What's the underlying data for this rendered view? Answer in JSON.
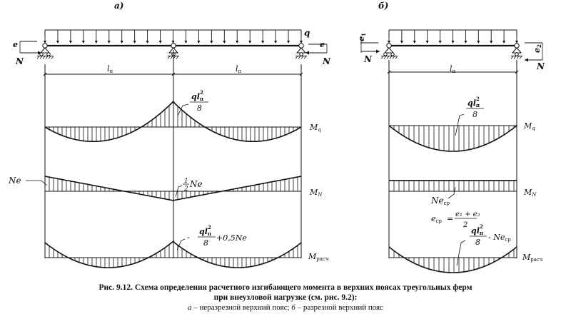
{
  "panel_a": {
    "label": "а)",
    "load": "q",
    "force": "N",
    "ecc": "e",
    "span": "l",
    "span_sub": "п",
    "mq_label": "M",
    "mq_sub": "q",
    "mn_label": "M",
    "mn_sub": "N",
    "mr_label": "M",
    "mr_sub": "расч",
    "peak_num": "ql",
    "peak_sub": "п",
    "peak_sup": "2",
    "peak_den": "8",
    "ne_left": "Ne",
    "half_num": "1",
    "half_den": "2",
    "half_rest": "Ne",
    "combined_prefix": "-",
    "combined_rest": "+0,5Ne"
  },
  "panel_b": {
    "label": "б)",
    "force": "N",
    "ecc1": "e",
    "ecc1_sub": "1",
    "ecc2": "e",
    "ecc2_sub": "2",
    "span": "l",
    "span_sub": "п",
    "mq_label": "M",
    "mq_sub": "q",
    "mn_label": "M",
    "mn_sub": "N",
    "mr_label": "M",
    "mr_sub": "расч",
    "peak_num": "ql",
    "peak_sub": "п",
    "peak_sup": "2",
    "peak_den": "8",
    "necp": "Ne",
    "necp_sub": "ср",
    "ecp_lhs": "e",
    "ecp_lhs_sub": "ср",
    "ecp_eq": "=",
    "ecp_num": "e₁ + e₂",
    "ecp_den": "2",
    "combined_rest": "- Ne",
    "combined_sub": "ср"
  },
  "caption": {
    "line1": "Рис. 9.12. Схема определения расчетного изгибающего момента в верхних поясах треугольных  ферм",
    "line2": "при внеузловой нагрузке (см. рис. 9.2):",
    "line3_a": "а",
    "line3_a_text": " – неразрезной верхний пояс; ",
    "line3_b": "б",
    "line3_b_text": " – разрезной верхний пояс"
  }
}
